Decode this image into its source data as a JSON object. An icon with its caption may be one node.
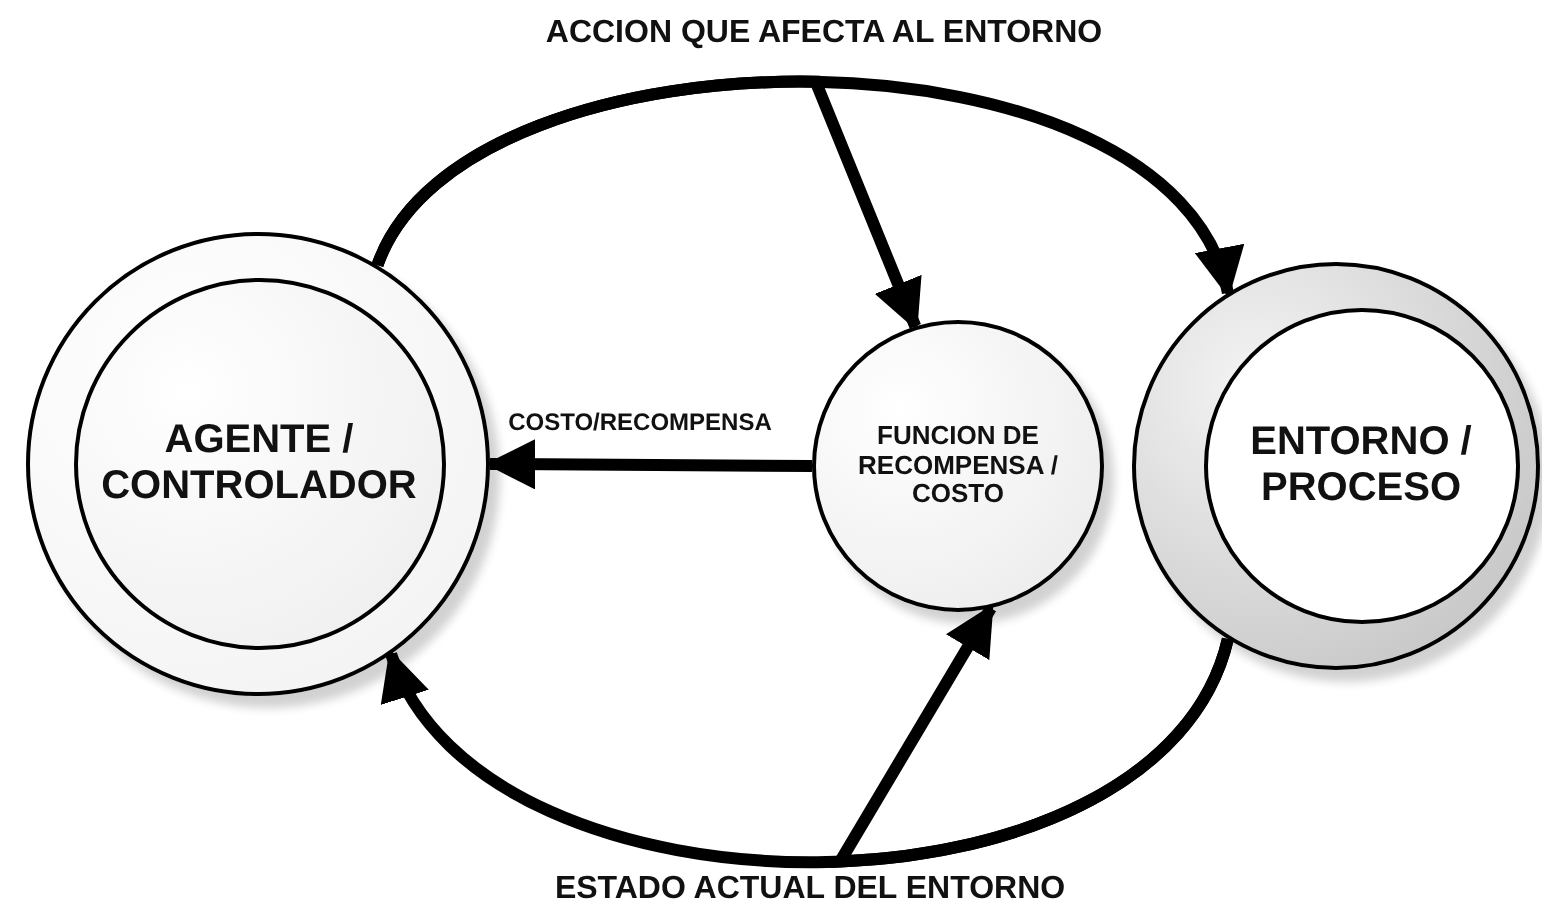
{
  "diagram": {
    "nodes": [
      {
        "text": [
          "AGENTE / CONTROLADOR"
        ]
      },
      {
        "text": [
          "FUNCION DE RECOMPENSA / COSTO"
        ]
      },
      {
        "text": [
          "ENTORNO / PROCESO"
        ]
      }
    ],
    "edges": [
      {
        "from": 0,
        "to": 2,
        "arrow": "to",
        "label": "ACCION QUE AFECTA AL ENTORNO"
      },
      {
        "from": 0,
        "to": 1,
        "arrow": "to"
      },
      {
        "from": 1,
        "to": 0,
        "arrow": "to",
        "label": "COSTO/RECOMPENSA"
      },
      {
        "from": 2,
        "to": 0,
        "arrow": "to",
        "label": "ESTADO ACTUAL DEL ENTORNO"
      },
      {
        "from": 2,
        "to": 1,
        "arrow": "to"
      }
    ]
  }
}
